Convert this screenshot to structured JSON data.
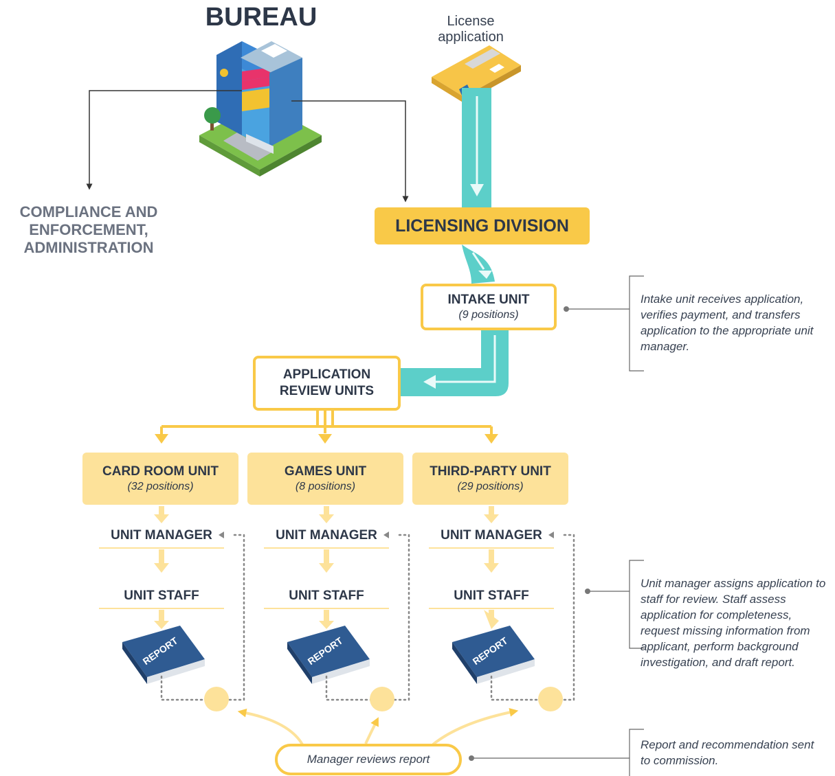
{
  "bureau": {
    "title": "BUREAU"
  },
  "license_application": {
    "label": "License application"
  },
  "compliance": {
    "label": "COMPLIANCE AND ENFORCEMENT, ADMINISTRATION"
  },
  "licensing_division": {
    "label": "LICENSING DIVISION"
  },
  "intake_unit": {
    "label": "INTAKE UNIT",
    "positions": "(9 positions)"
  },
  "review_units": {
    "label": "APPLICATION REVIEW UNITS"
  },
  "units": [
    {
      "label": "CARD ROOM UNIT",
      "positions": "(32 positions)"
    },
    {
      "label": "GAMES UNIT",
      "positions": "(8 positions)"
    },
    {
      "label": "THIRD-PARTY UNIT",
      "positions": "(29 positions)"
    }
  ],
  "roles": {
    "manager": "UNIT MANAGER",
    "staff": "UNIT STAFF",
    "report": "REPORT"
  },
  "notes": {
    "intake": "Intake unit receives application, verifies payment, and transfers application to the appropriate unit manager.",
    "staff": "Unit manager assigns application to staff for review. Staff assess application for completeness, request missing information from applicant, perform background investigation, and draft report.",
    "commission": "Report and recommendation sent to commission."
  },
  "manager_review": {
    "label": "Manager reviews report"
  },
  "colors": {
    "yellow": "#f9c948",
    "pale_yellow": "#fde29a",
    "teal": "#5ccfc9",
    "navy": "#2d3748",
    "report_blue": "#2f5b92"
  }
}
